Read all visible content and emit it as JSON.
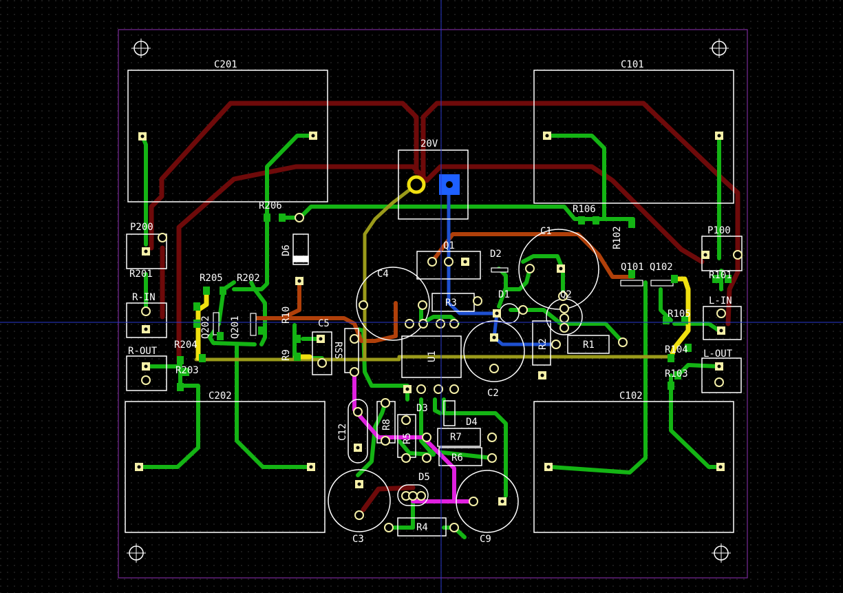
{
  "colors": {
    "background": "#000000",
    "grid": "#3a3a3a",
    "outline": "#7a2a9a",
    "cursor": "#2a3ad0",
    "silk": "#ffffff",
    "top_green": "#14b414",
    "bottom_red": "#6e0a0a",
    "orange": "#b0400a",
    "olive": "#9a9a1a",
    "yellow": "#f0e010",
    "magenta": "#e020e0",
    "blue": "#1e50d0",
    "pad": "#f5f0a8"
  },
  "labels": {
    "c201": "C201",
    "c101": "C101",
    "c202": "C202",
    "c102": "C102",
    "v20": "20V",
    "r206": "R206",
    "r106": "R106",
    "p200": "P200",
    "p100": "P100",
    "r201": "R201",
    "r101": "R101",
    "rin": "R-IN",
    "lin": "L-IN",
    "rout": "R-OUT",
    "lout": "L-OUT",
    "r205": "R205",
    "r202": "R202",
    "q201": "Q201",
    "q202": "Q202",
    "r204": "R204",
    "r203": "R203",
    "d6": "D6",
    "r10": "R10",
    "r9": "R9",
    "c5": "C5",
    "rss": "RSS",
    "c4": "C4",
    "q1": "Q1",
    "d2": "D2",
    "c1": "C1",
    "r102": "R102",
    "q101": "Q101",
    "q102": "Q102",
    "r3": "R3",
    "d1": "D1",
    "q2": "Q2",
    "r105": "R105",
    "r2": "R2",
    "r1": "R1",
    "r104": "R104",
    "r103": "R103",
    "u1": "U1",
    "c2": "C2",
    "d3": "D3",
    "d4": "D4",
    "c12": "C12",
    "r8": "R8",
    "r5": "R5",
    "r7": "R7",
    "r6": "R6",
    "d5": "D5",
    "c3": "C3",
    "r4": "R4",
    "c9": "C9"
  }
}
